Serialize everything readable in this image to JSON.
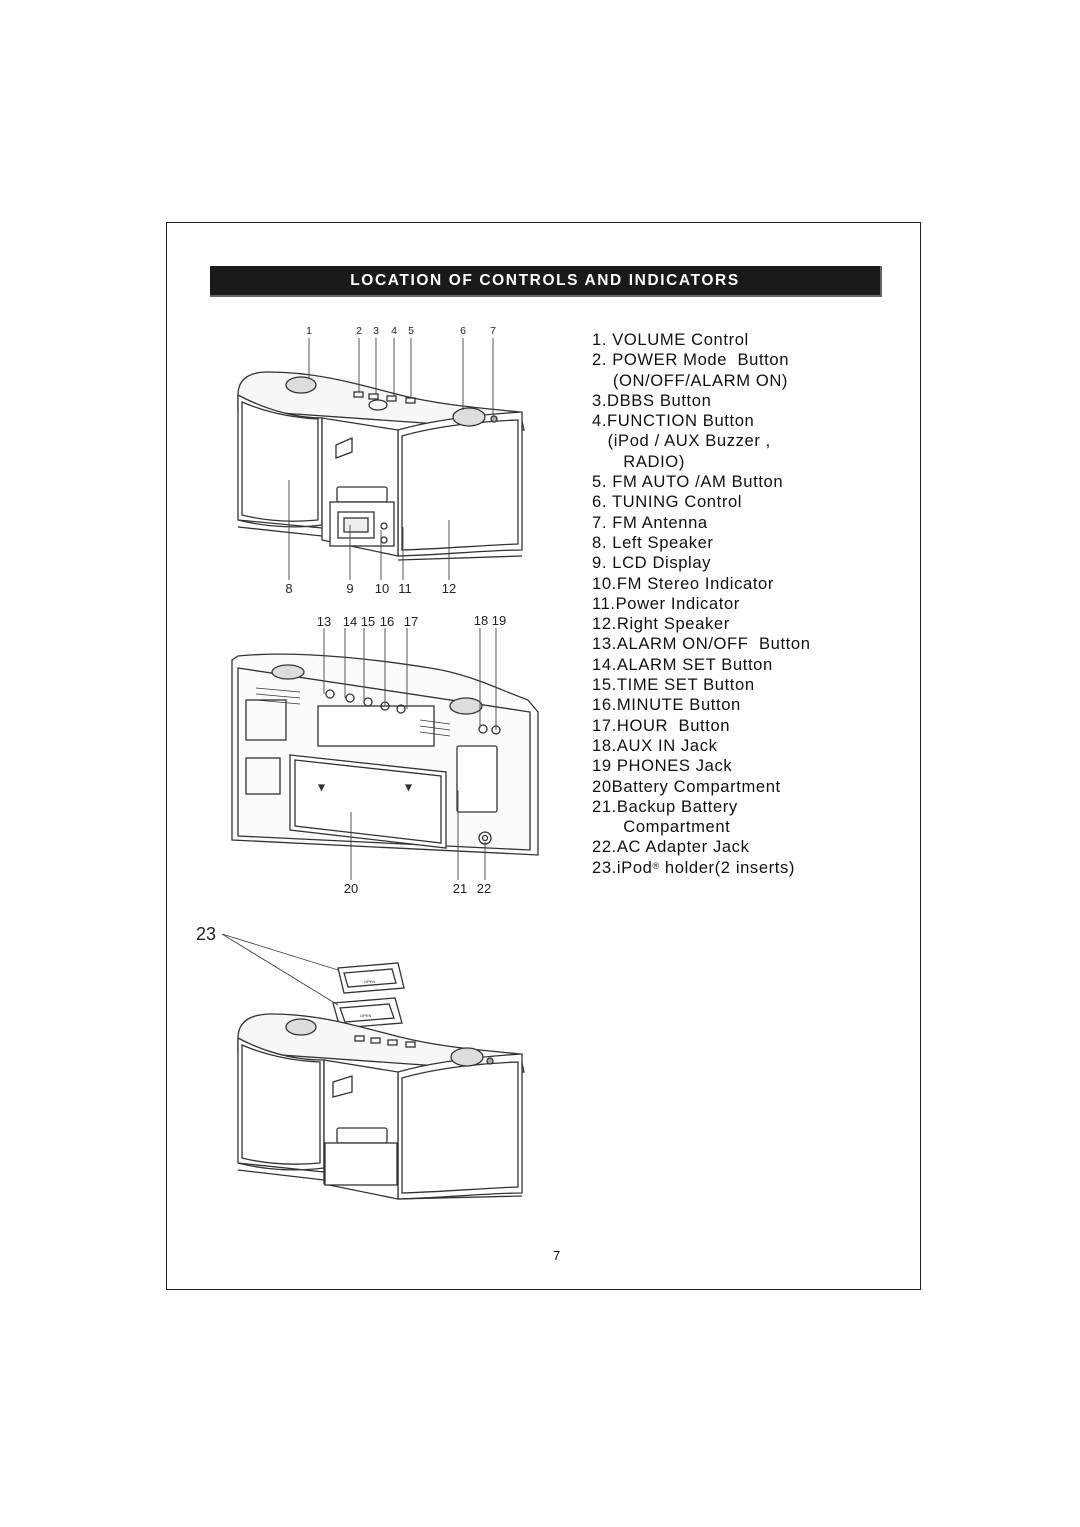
{
  "header": {
    "title": "LOCATION OF CONTROLS AND INDICATORS"
  },
  "controls": [
    {
      "text": "1. VOLUME Control"
    },
    {
      "text": "2. POWER Mode  Button"
    },
    {
      "text": "    (ON/OFF/ALARM ON)"
    },
    {
      "text": "3.DBBS Button"
    },
    {
      "text": "4.FUNCTION Button"
    },
    {
      "text": "   (iPod / AUX Buzzer ,"
    },
    {
      "text": "      RADIO)"
    },
    {
      "text": "5. FM AUTO /AM Button"
    },
    {
      "text": "6. TUNING Control"
    },
    {
      "text": "7. FM Antenna"
    },
    {
      "text": "8. Left Speaker"
    },
    {
      "text": "9. LCD Display"
    },
    {
      "text": "10.FM Stereo Indicator"
    },
    {
      "text": "11.Power Indicator"
    },
    {
      "text": "12.Right Speaker"
    },
    {
      "text": "13.ALARM ON/OFF  Button"
    },
    {
      "text": "14.ALARM SET Button"
    },
    {
      "text": "15.TIME SET Button"
    },
    {
      "text": "16.MINUTE Button"
    },
    {
      "text": "17.HOUR  Button"
    },
    {
      "text": "18.AUX IN Jack"
    },
    {
      "text": "19 PHONES Jack"
    },
    {
      "text": "20Battery Compartment"
    },
    {
      "text": "21.Backup Battery"
    },
    {
      "text": "      Compartment"
    },
    {
      "text": "22.AC Adapter Jack"
    }
  ],
  "last_item": {
    "prefix": "23.iPod",
    "reg": "®",
    "suffix": " holder(2 inserts)"
  },
  "callouts": {
    "top_row": [
      "1",
      "2",
      "3",
      "4",
      "5",
      "6",
      "7"
    ],
    "front_bottom": [
      "8",
      "9",
      "10",
      "11",
      "12"
    ],
    "rear_top": [
      "13",
      "14",
      "15",
      "16",
      "17",
      "18",
      "19"
    ],
    "rear_bottom": [
      "20",
      "21",
      "22"
    ],
    "insert": "23"
  },
  "insert_labels": [
    "OPEN",
    "OPEN"
  ],
  "page_number": "7"
}
